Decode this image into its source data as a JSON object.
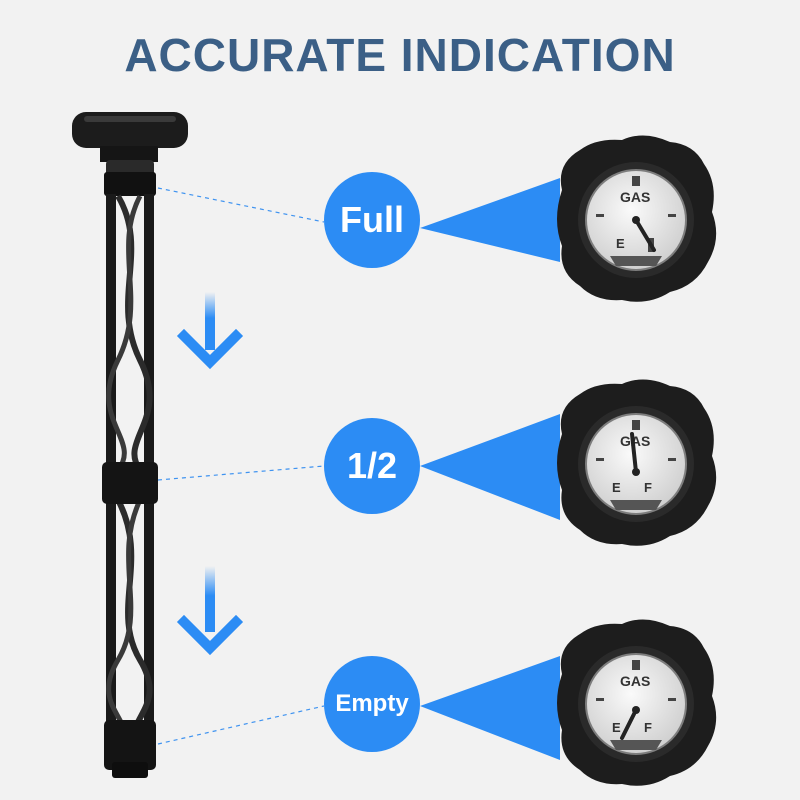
{
  "headline": "ACCURATE INDICATION",
  "levels": [
    {
      "label": "Full",
      "needle_level": "F"
    },
    {
      "label": "1/2",
      "needle_level": "1/2"
    },
    {
      "label": "Empty",
      "needle_level": "E"
    }
  ],
  "gauge": {
    "title": "GAS",
    "empty_mark": "E",
    "full_mark": "F"
  },
  "colors": {
    "accent": "#2c8cf4",
    "headline": "#3b5f86",
    "background": "#f2f2f2",
    "gauge_body": "#1d1d1d"
  }
}
